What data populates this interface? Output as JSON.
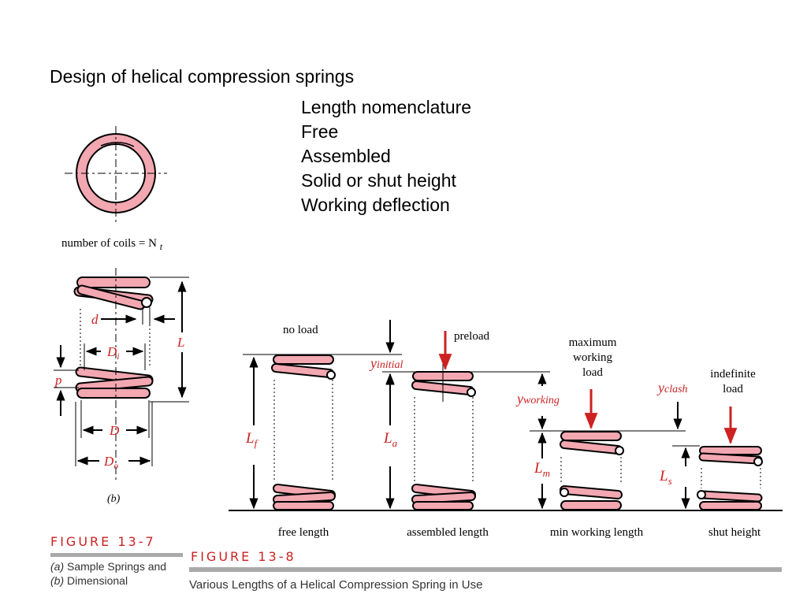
{
  "slide": {
    "title": "Design of helical compression springs"
  },
  "topics": [
    "Length nomenclature",
    "Free",
    "Assembled",
    "Solid or shut height",
    "Working deflection"
  ],
  "fig_13_7": {
    "coils_label": "number of coils = N",
    "coils_sub": "t",
    "part_label": "(b)",
    "labels": {
      "d": "d",
      "Di": "D",
      "Di_sub": "i",
      "p": "p",
      "L": "L",
      "D": "D",
      "Do": "D",
      "Do_sub": "o"
    },
    "number": "FIGURE 13-7",
    "caption_line1_a": "(a)",
    "caption_line1_b": " Sample Springs and",
    "caption_line2_a": "(b)",
    "caption_line2_b": " Dimensional"
  },
  "fig_13_8": {
    "top_labels": {
      "no_load": "no load",
      "preload": "preload",
      "max_working_1": "maximum",
      "max_working_2": "working",
      "max_working_3": "load",
      "indefinite_1": "indefinite",
      "indefinite_2": "load"
    },
    "math_labels": {
      "y_initial": "y",
      "y_initial_sub": "initial",
      "y_working": "y",
      "y_working_sub": "working",
      "y_clash": "y",
      "y_clash_sub": "clash",
      "Lf": "L",
      "Lf_sub": "f",
      "La": "L",
      "La_sub": "a",
      "Lm": "L",
      "Lm_sub": "m",
      "Ls": "L",
      "Ls_sub": "s"
    },
    "bottom_labels": {
      "free": "free length",
      "assembled": "assembled length",
      "min_working": "min working length",
      "shut": "shut height"
    },
    "number": "FIGURE 13-8",
    "caption": "Various Lengths of a Helical Compression Spring in Use"
  },
  "colors": {
    "spring_fill": "#f2a7b1",
    "accent_red": "#cc2222",
    "label_red": "#cc2222"
  }
}
